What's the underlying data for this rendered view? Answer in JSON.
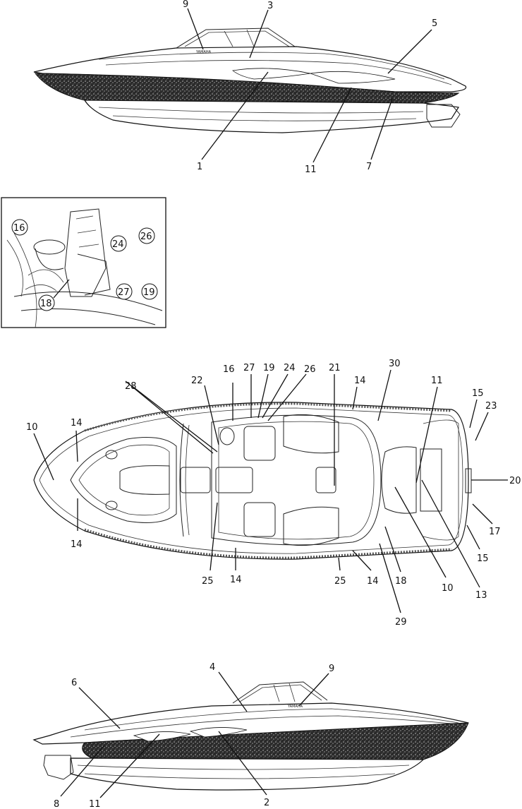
{
  "brand_text": "YAMAHA",
  "views": {
    "starboard_side": {
      "callouts": [
        "9",
        "3",
        "5",
        "1",
        "11",
        "7"
      ]
    },
    "inset_detail": {
      "callouts": [
        "16",
        "24",
        "26",
        "18",
        "27",
        "19"
      ]
    },
    "top_view": {
      "callouts": [
        "28",
        "22",
        "16",
        "27",
        "19",
        "24",
        "26",
        "21",
        "14",
        "30",
        "11",
        "15",
        "23",
        "10",
        "14",
        "14",
        "20",
        "17",
        "15",
        "25",
        "14",
        "25",
        "14",
        "18",
        "10",
        "13",
        "29"
      ]
    },
    "port_side": {
      "callouts": [
        "6",
        "4",
        "9",
        "8",
        "11",
        "2"
      ]
    }
  }
}
